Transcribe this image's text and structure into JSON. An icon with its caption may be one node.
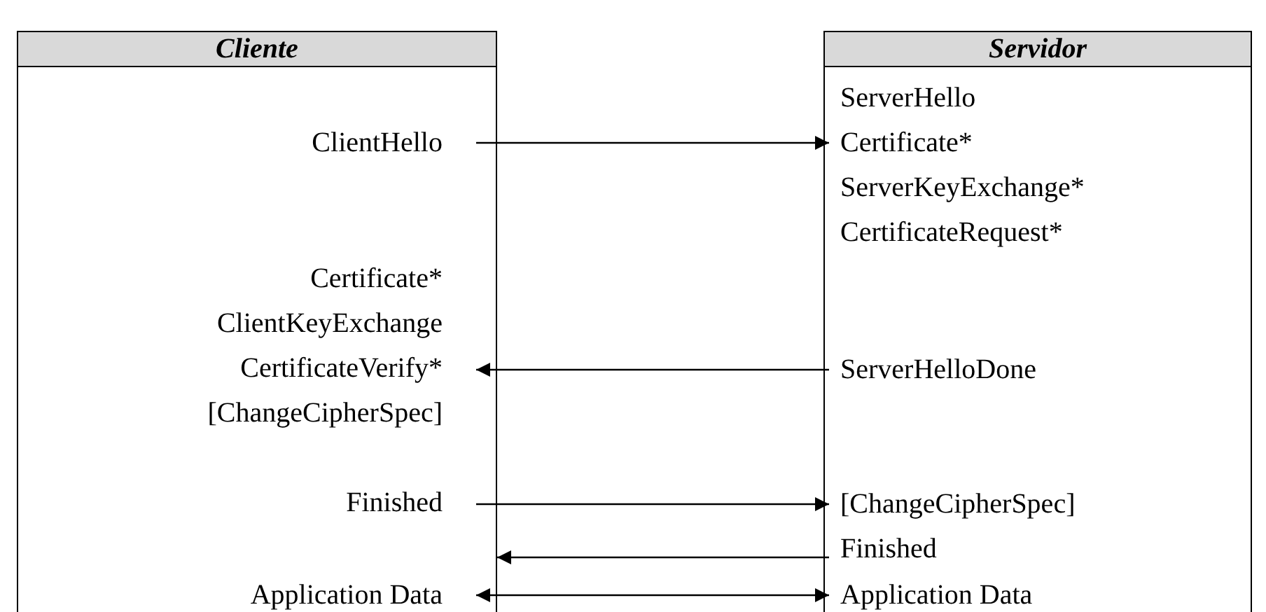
{
  "diagram": {
    "nodes": [
      {
        "text": [
          "Cliente"
        ]
      },
      {
        "text": [
          "Servidor"
        ]
      },
      {
        "text": [
          "ClientHello"
        ],
        "in": 0
      },
      {
        "text": [
          "ServerHello",
          "Certificate*",
          "ServerKeyExchange*",
          "CertificateRequest*"
        ],
        "in": 1
      },
      {
        "text": [
          "Certificate*",
          "ClientKeyExchange",
          "CertificateVerify*",
          "[ChangeCipherSpec]"
        ],
        "in": 0
      },
      {
        "text": [
          "ServerHelloDone"
        ],
        "in": 1
      },
      {
        "text": [
          "Finished"
        ],
        "in": 0
      },
      {
        "text": [
          "[ChangeCipherSpec]"
        ],
        "in": 1
      },
      {
        "text": [
          "Finished"
        ],
        "in": 1
      },
      {
        "text": [
          "Application Data"
        ],
        "in": 0
      },
      {
        "text": [
          "Application Data"
        ],
        "in": 1
      }
    ],
    "edges": [
      {
        "from": 2,
        "to": 3,
        "arrow": "to"
      },
      {
        "from": 5,
        "to": 4,
        "arrow": "to"
      },
      {
        "from": 6,
        "to": 7,
        "arrow": "to"
      },
      {
        "from": 8,
        "to": 0,
        "arrow": "to"
      },
      {
        "from": 9,
        "to": 10,
        "arrow": "both"
      }
    ]
  }
}
